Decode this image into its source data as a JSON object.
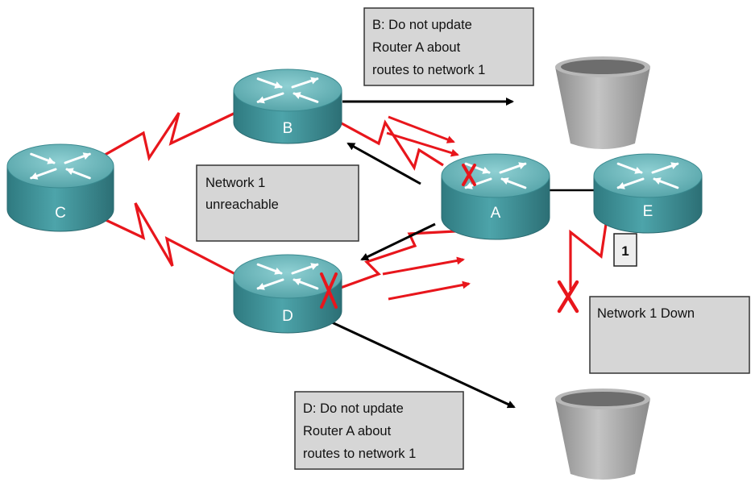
{
  "routers": [
    {
      "id": "B",
      "label": "B"
    },
    {
      "id": "C",
      "label": "C"
    },
    {
      "id": "A",
      "label": "A"
    },
    {
      "id": "E",
      "label": "E"
    },
    {
      "id": "D",
      "label": "D"
    }
  ],
  "callouts": {
    "b_note": [
      "B: Do not update",
      "Router A about",
      "routes to network 1"
    ],
    "unreachable_note": [
      "Network 1",
      "unreachable"
    ],
    "d_note": [
      "D: Do not update",
      "Router A about",
      "routes to network 1"
    ],
    "network_down_note": [
      "Network 1 Down"
    ]
  },
  "network_marker": "1",
  "colors": {
    "serial_link": "#e8161c",
    "failure_mark": "#e8161c",
    "router_body": "#3f9096",
    "router_top": "#6fb8bc",
    "callout_fill": "#d6d6d6",
    "trash_fill": "#a9a9a9"
  }
}
